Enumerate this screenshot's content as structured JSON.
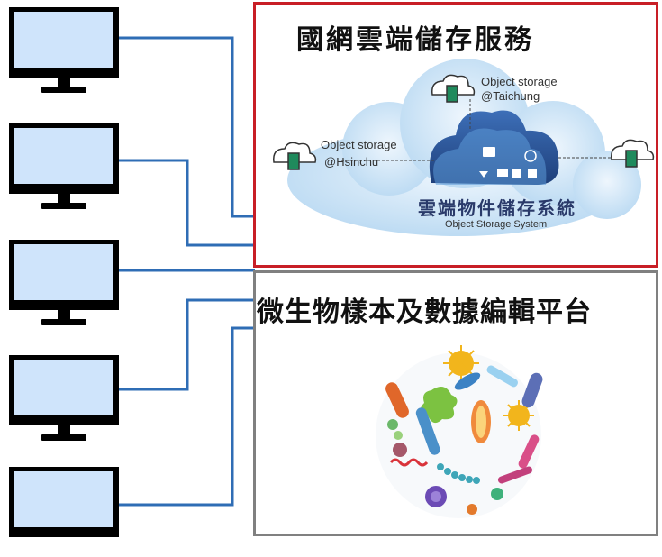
{
  "cloud_panel": {
    "title": "國網雲端儲存服務",
    "node_taichung": "Object storage",
    "node_taichung_loc": "@Taichung",
    "node_hsinchu": "Object storage",
    "node_hsinchu_loc": "@Hsinchu",
    "system_name_cn": "雲端物件儲存系統",
    "system_name_en": "Object Storage System"
  },
  "micro_panel": {
    "title": "微生物樣本及數據編輯平台"
  },
  "colors": {
    "connector": "#2f6db5",
    "cloud_border": "#c81e26",
    "micro_border": "#808080",
    "screen": "#cfe4fb"
  }
}
